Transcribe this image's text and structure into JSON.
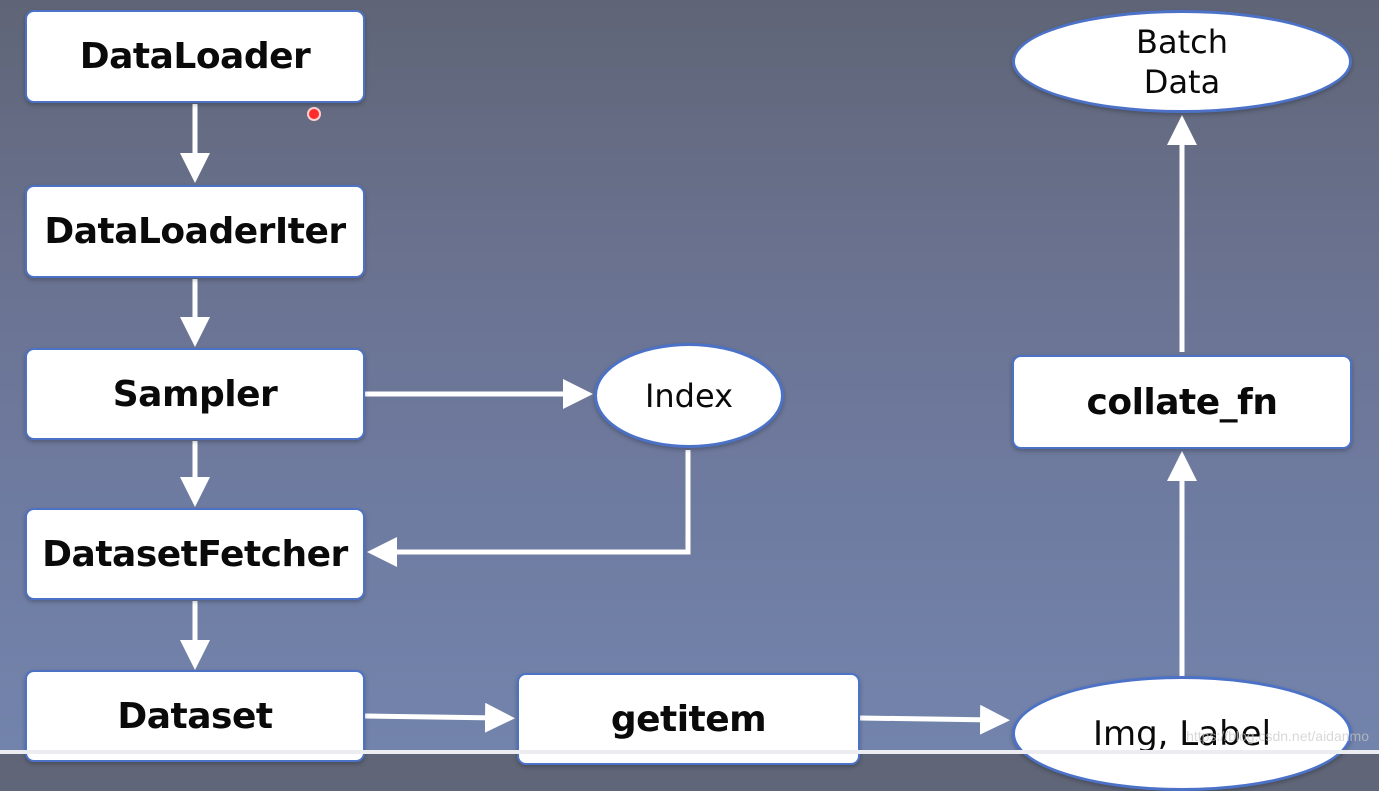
{
  "nodes": {
    "dataloader": "DataLoader",
    "dataloaderiter": "DataLoaderIter",
    "sampler": "Sampler",
    "index": "Index",
    "datasetfetcher": "DatasetFetcher",
    "dataset": "Dataset",
    "getitem": "getitem",
    "img_label": "Img, Label",
    "collate_fn": "collate_fn",
    "batch_data_line1": "Batch",
    "batch_data_line2": "Data"
  },
  "watermark": "https://blog.csdn.net/aidanmo",
  "colors": {
    "node_border": "#4c72c8",
    "node_fill": "#ffffff",
    "arrow": "#ffffff",
    "pointer": "#ff2a2a"
  }
}
